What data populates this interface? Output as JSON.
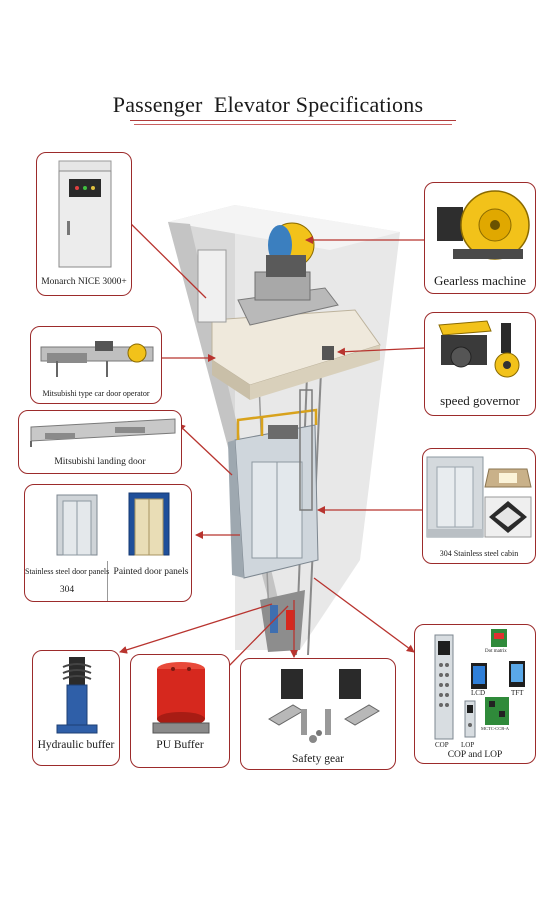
{
  "title": "Passenger  Elevator Specifications",
  "components": {
    "controller": "Monarch NICE 3000+",
    "gearless_machine": "Gearless machine",
    "car_door_operator": "Mitsubishi type car door operator",
    "speed_governor": "speed governor",
    "landing_door": "Mitsubishi landing door",
    "cabin": "304 Stainless steel cabin",
    "door_panels_steel": "Stainless steel door panels",
    "door_panels_steel_grade": "304",
    "door_panels_painted": "Painted door panels",
    "hydraulic_buffer": "Hydraulic buffer",
    "pu_buffer": "PU Buffer",
    "safety_gear": "Safety gear",
    "cop_lop": "COP and LOP"
  },
  "cop_parts": {
    "cop": "COP",
    "lop": "LOP",
    "lcd": "LCD",
    "tft": "TFT",
    "dot_matrix": "Dot matrix",
    "board": "MCTC-CCB-A"
  },
  "colors": {
    "border": "#9c2b2b",
    "arrow": "#b8342f",
    "machine_yellow": "#f2c21a",
    "buffer_red": "#d6281e",
    "buffer_blue": "#2f5fa8"
  }
}
